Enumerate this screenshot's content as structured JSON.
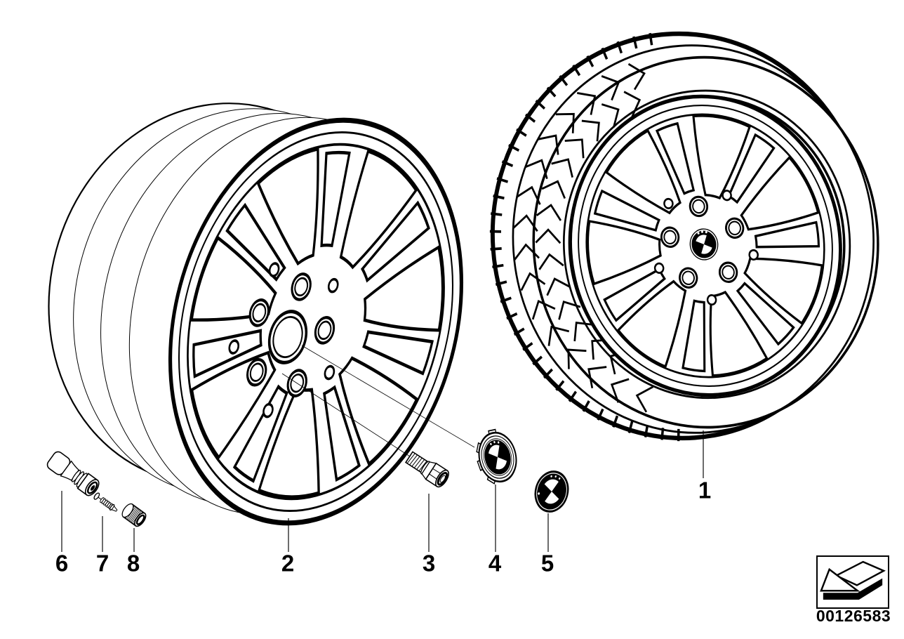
{
  "canvas": {
    "background": "#ffffff",
    "line_color": "#000000"
  },
  "callouts": [
    {
      "label": "1"
    },
    {
      "label": "2"
    },
    {
      "label": "3"
    },
    {
      "label": "4"
    },
    {
      "label": "5"
    },
    {
      "label": "6"
    },
    {
      "label": "7"
    },
    {
      "label": "8"
    }
  ],
  "stamp": {
    "part_number": "00126583",
    "icon": "direction-arrow-down-left"
  }
}
